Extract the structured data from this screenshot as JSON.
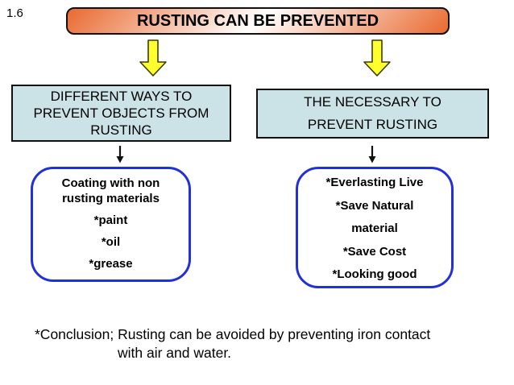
{
  "slide": {
    "number": "1.6"
  },
  "title": {
    "text": "RUSTING CAN BE PREVENTED"
  },
  "colors": {
    "title_orange": "#e96a30",
    "heading_fill": "#cbe3e7",
    "card_border": "#2230d9",
    "arrow_yellow": "#ffff2e",
    "arrow_outline": "#3c3c00",
    "connector_black": "#111111"
  },
  "left_branch": {
    "heading_lines": [
      "DIFFERENT WAYS TO",
      "PREVENT OBJECTS FROM",
      "RUSTING"
    ],
    "card_lines": [
      "Coating with non",
      "rusting materials",
      "*paint",
      "*oil",
      "*grease"
    ]
  },
  "right_branch": {
    "heading_lines": [
      "THE NECESSARY TO",
      "PREVENT RUSTING"
    ],
    "card_lines": [
      "*Everlasting Live",
      "*Save Natural",
      "material",
      "*Save Cost",
      "*Looking good"
    ]
  },
  "conclusion": {
    "line1": "*Conclusion; Rusting can be avoided by preventing iron contact",
    "line2": "with air and water."
  }
}
